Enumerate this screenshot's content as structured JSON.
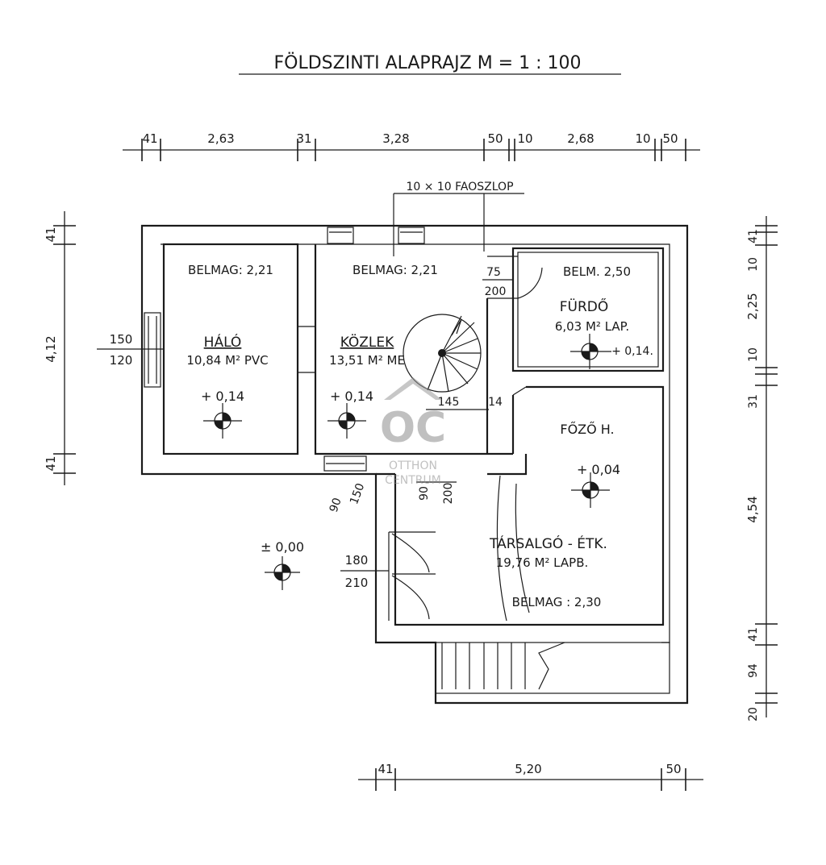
{
  "title": "FÖLDSZINTI ALAPRAJZ M = 1 : 100",
  "top_dimensions": [
    "41",
    "2,63",
    "31",
    "3,28",
    "50",
    "10",
    "2,68",
    "10",
    "50"
  ],
  "bottom_dimensions": [
    "41",
    "5,20",
    "50"
  ],
  "left_dimensions": [
    "41",
    "4,12",
    "41"
  ],
  "right_dimensions": [
    "10",
    "41",
    "2,25",
    "10",
    "31",
    "4,54",
    "41",
    "94",
    "20"
  ],
  "column_label": "10 × 10 FAOSZLOP",
  "rooms": {
    "halo": {
      "height": "BELMAG: 2,21",
      "name": "HÁLÓ",
      "area": "10,84 M² PVC",
      "level": "+ 0,14"
    },
    "kozlek": {
      "height": "BELMAG: 2,21",
      "name": "KÖZLEK",
      "area": "13,51 M² ME",
      "level": "+ 0,14"
    },
    "furdo": {
      "height": "BELM. 2,50",
      "name": "FÜRDŐ",
      "area": "6,03 M² LAP.",
      "level": "+ 0,14."
    },
    "fozo": {
      "name": "FŐZŐ H.",
      "level": "+ 0,04"
    },
    "tarsalgo": {
      "name": "TÁRSALGÓ - ÉTK.",
      "area": "19,76 M² LAPB.",
      "height": "BELMAG : 2,30"
    }
  },
  "annotations": {
    "window_left_top": "150",
    "window_left_bottom": "120",
    "door_furdo_top": "75",
    "door_furdo_bottom": "200",
    "stair_width": "145",
    "stair_wall": "14",
    "door_90a": "90",
    "door_150": "150",
    "door_90b": "90",
    "door_200": "200",
    "entry_180": "180",
    "entry_210": "210",
    "exterior_level": "± 0,00"
  },
  "watermark": {
    "logo": "OC",
    "line1": "OTTHON",
    "line2": "CENTRUM"
  }
}
